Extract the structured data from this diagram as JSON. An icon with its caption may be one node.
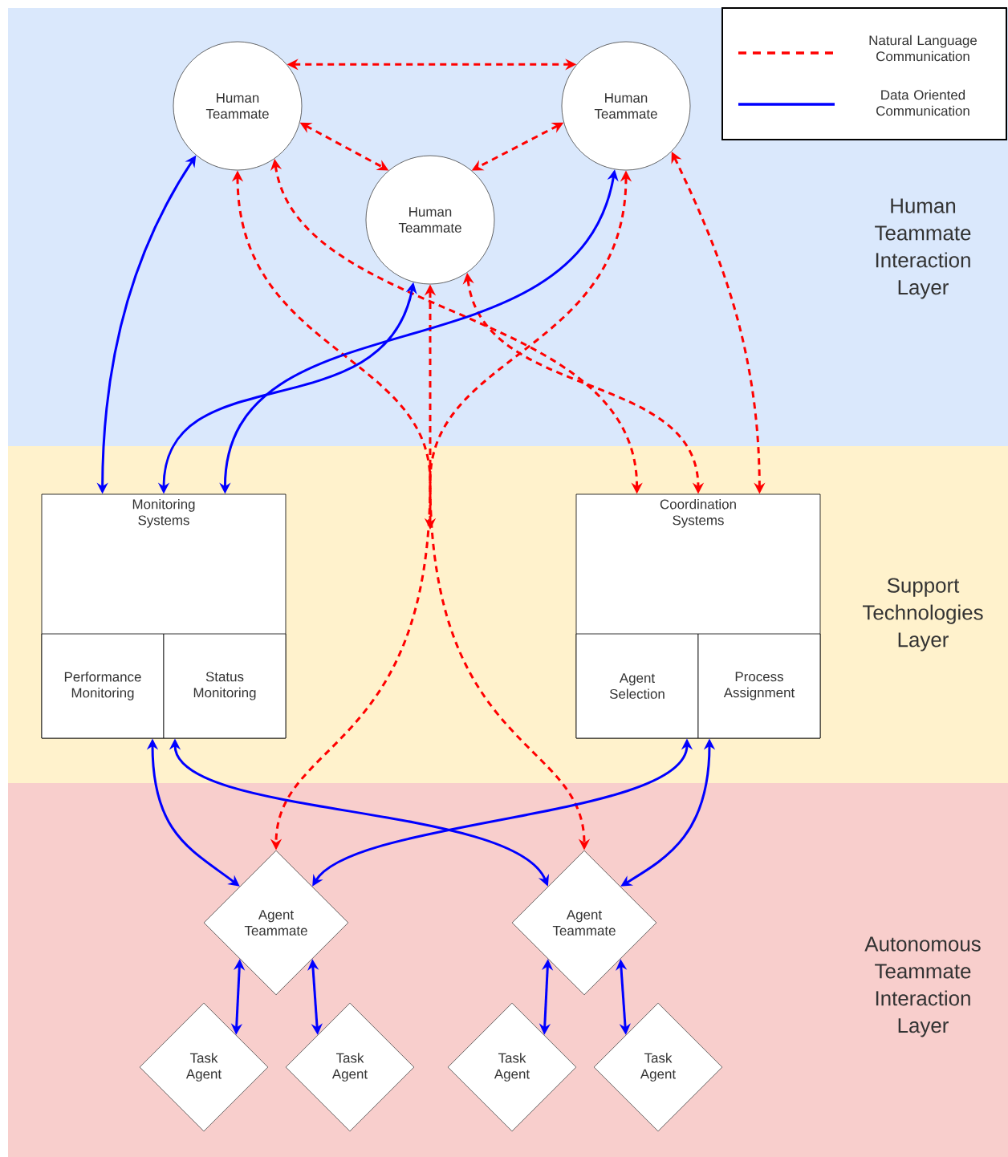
{
  "diagram": {
    "nodes": [
      {
        "text": [
          "Human Teammate Interaction Layer"
        ]
      },
      {
        "text": [
          "Human Teammate"
        ],
        "in": 0
      },
      {
        "text": [
          "Human Teammate"
        ],
        "in": 0
      },
      {
        "text": [
          "Human Teammate"
        ],
        "in": 0
      },
      {
        "text": [
          "Support Technologies Layer"
        ]
      },
      {
        "text": [
          "Monitoring Systems"
        ],
        "in": 4
      },
      {
        "text": [
          "Performance Monitoring"
        ],
        "in": 5
      },
      {
        "text": [
          "Status Monitoring"
        ],
        "in": 5
      },
      {
        "text": [
          "Coordination Systems"
        ],
        "in": 4
      },
      {
        "text": [
          "Agent Selection"
        ],
        "in": 8
      },
      {
        "text": [
          "Process Assignment"
        ],
        "in": 8
      },
      {
        "text": [
          "Autonomous Teammate Interaction Layer"
        ]
      },
      {
        "text": [
          "Agent Teammate"
        ],
        "in": 11
      },
      {
        "text": [
          "Agent Teammate"
        ],
        "in": 11
      },
      {
        "text": [
          "Task Agent"
        ],
        "in": 11
      },
      {
        "text": [
          "Task Agent"
        ],
        "in": 11
      },
      {
        "text": [
          "Task Agent"
        ],
        "in": 11
      },
      {
        "text": [
          "Task Agent"
        ],
        "in": 11
      }
    ],
    "edges": [
      {
        "from": 1,
        "to": 2,
        "arrow": "both",
        "style": "dashed",
        "color": "#ff0000"
      },
      {
        "from": 1,
        "to": 3,
        "arrow": "both",
        "style": "dashed",
        "color": "#ff0000"
      },
      {
        "from": 2,
        "to": 3,
        "arrow": "both",
        "style": "dashed",
        "color": "#ff0000"
      },
      {
        "from": 1,
        "to": 13,
        "arrow": "both",
        "style": "dashed",
        "color": "#ff0000"
      },
      {
        "from": 2,
        "to": 12,
        "arrow": "both",
        "style": "dashed",
        "color": "#ff0000"
      },
      {
        "from": 3,
        "to": null,
        "arrow": "both",
        "style": "dashed",
        "color": "#ff0000"
      },
      {
        "from": 1,
        "to": 8,
        "arrow": "both",
        "style": "dashed",
        "color": "#ff0000"
      },
      {
        "from": 3,
        "to": 8,
        "arrow": "both",
        "style": "dashed",
        "color": "#ff0000"
      },
      {
        "from": 2,
        "to": 8,
        "arrow": "both",
        "style": "dashed",
        "color": "#ff0000"
      },
      {
        "from": 1,
        "to": 5,
        "arrow": "both"
      },
      {
        "from": 3,
        "to": 5,
        "arrow": "both"
      },
      {
        "from": 2,
        "to": 5,
        "arrow": "both"
      },
      {
        "from": 5,
        "to": 12,
        "arrow": "both"
      },
      {
        "from": 5,
        "to": 13,
        "arrow": "both"
      },
      {
        "from": 8,
        "to": 12,
        "arrow": "both"
      },
      {
        "from": 8,
        "to": 13,
        "arrow": "both"
      },
      {
        "from": 12,
        "to": 14,
        "arrow": "both"
      },
      {
        "from": 12,
        "to": 15,
        "arrow": "both"
      },
      {
        "from": 13,
        "to": 16,
        "arrow": "both"
      },
      {
        "from": 13,
        "to": 17,
        "arrow": "both"
      }
    ],
    "legend": [
      {
        "text": "Natural Language Communication"
      },
      {
        "text": "Data Oriented Communication"
      }
    ]
  }
}
